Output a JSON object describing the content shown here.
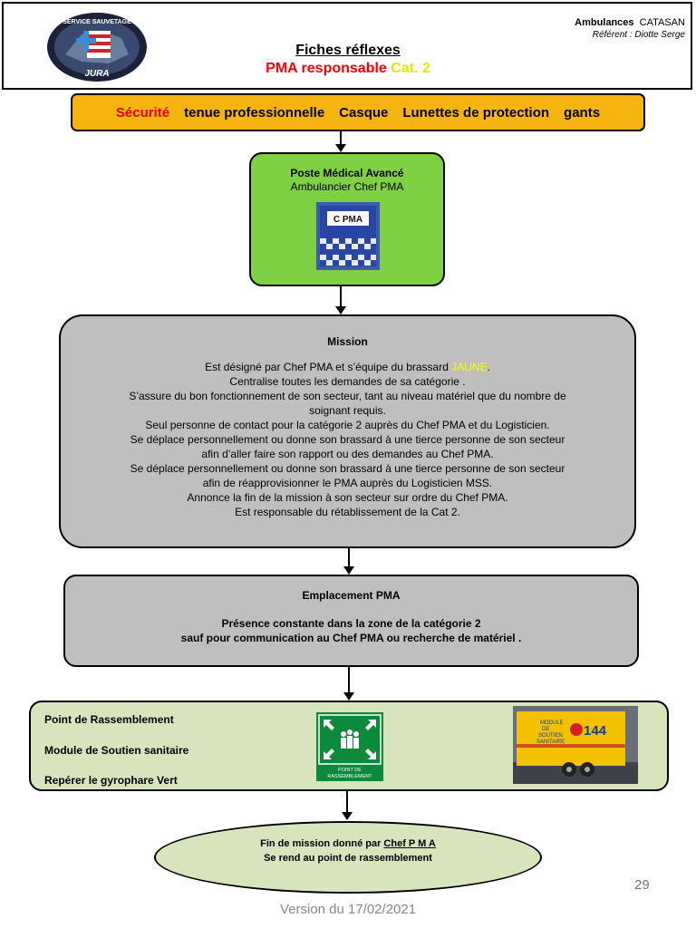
{
  "header": {
    "logo_text_top": "SERVICE SAUVETAGE",
    "logo_text_bottom": "JURA",
    "company_name": "Ambulances",
    "company_suffix": "CATASAN",
    "referent": "Référent : Diotte Serge",
    "title_line1": "Fiches réflexes",
    "title_line2_a": "PMA responsable",
    "title_line2_b": "Cat. 2"
  },
  "security": {
    "label": "Sécurité",
    "items": [
      "tenue professionnelle",
      "Casque",
      "Lunettes de protection",
      "gants"
    ]
  },
  "pma": {
    "title": "Poste Médical Avancé",
    "subtitle": "Ambulancier Chef PMA",
    "vest_label": "C PMA"
  },
  "mission": {
    "title": "Mission",
    "line1_prefix": "Est  désigné par Chef PMA et s’équipe du brassard ",
    "line1_highlight": "JAUNE",
    "line1_suffix": ".",
    "lines": [
      "Centralise toutes les demandes de sa catégorie .",
      "S’assure du bon fonctionnement de son secteur, tant au niveau matériel que du nombre de",
      "soignant requis.",
      "Seul personne de contact pour la catégorie 2 auprès du Chef PMA et du Logisticien.",
      "Se déplace personnellement  ou donne son brassard à une tierce personne de son secteur",
      "afin d’aller faire son rapport ou des demandes au Chef PMA.",
      "Se déplace personnellement  ou donne son brassard à une tierce personne de son secteur",
      "afin de réapprovisionner le PMA auprès du Logisticien MSS.",
      "Annonce la fin de la mission à son secteur sur ordre du Chef PMA.",
      "Est responsable du  rétablissement de la Cat 2."
    ]
  },
  "emplacement": {
    "title": "Emplacement PMA",
    "lines": [
      "Présence constante dans la zone de la catégorie 2",
      "sauf pour communication au Chef PMA ou recherche de matériel ."
    ]
  },
  "rassemblement": {
    "items": [
      "Point de  Rassemblement",
      "Module de Soutien sanitaire",
      "Repérer le gyrophare Vert"
    ],
    "sign_text_1": "POINT DE",
    "sign_text_2": "RASSEMBLEMENT",
    "truck_text_1": "MODULE",
    "truck_text_2": "DE",
    "truck_text_3": "SOUTIEN",
    "truck_text_4": "SANITAIRE",
    "truck_text_144": "144"
  },
  "end": {
    "line1_prefix": "Fin de mission donné par ",
    "line1_link": "Chef P M A",
    "line2": "Se rend au point de rassemblement"
  },
  "footer": {
    "page_number": "29",
    "version": "Version du 17/02/2021"
  }
}
